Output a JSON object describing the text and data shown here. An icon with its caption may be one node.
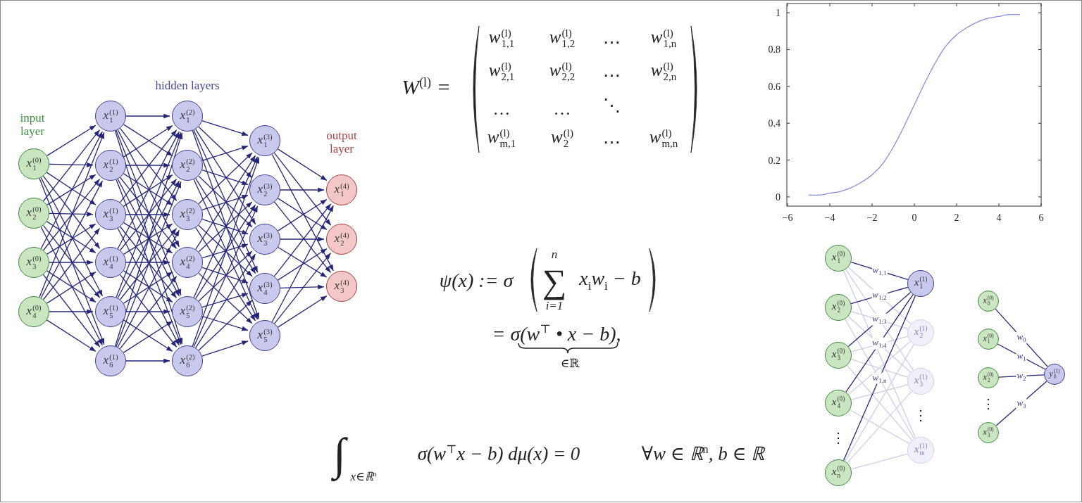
{
  "diagram": {
    "nodes": [
      {
        "text": [
          "x$^{(0)}$$_{1}$"
        ]
      },
      {
        "text": [
          "x$^{(0)}$$_{2}$"
        ]
      },
      {
        "text": [
          "x$^{(0)}$$_{3}$"
        ]
      },
      {
        "text": [
          "x$^{(0)}$$_{4}$"
        ]
      },
      {
        "text": [
          "x$^{(1)}$$_{1}$"
        ]
      },
      {
        "text": [
          "x$^{(1)}$$_{2}$"
        ]
      },
      {
        "text": [
          "x$^{(1)}$$_{3}$"
        ]
      },
      {
        "text": [
          "x$^{(1)}$$_{4}$"
        ]
      },
      {
        "text": [
          "x$^{(1)}$$_{5}$"
        ]
      },
      {
        "text": [
          "x$^{(1)}$$_{6}$"
        ]
      },
      {
        "text": [
          "x$^{(2)}$$_{1}$"
        ]
      },
      {
        "text": [
          "x$^{(2)}$$_{2}$"
        ]
      },
      {
        "text": [
          "x$^{(2)}$$_{3}$"
        ]
      },
      {
        "text": [
          "x$^{(2)}$$_{4}$"
        ]
      },
      {
        "text": [
          "x$^{(2)}$$_{5}$"
        ]
      },
      {
        "text": [
          "x$^{(2)}$$_{6}$"
        ]
      },
      {
        "text": [
          "x$^{(3)}$$_{1}$"
        ]
      },
      {
        "text": [
          "x$^{(3)}$$_{2}$"
        ]
      },
      {
        "text": [
          "x$^{(3)}$$_{3}$"
        ]
      },
      {
        "text": [
          "x$^{(3)}$$_{4}$"
        ]
      },
      {
        "text": [
          "x$^{(3)}$$_{5}$"
        ]
      },
      {
        "text": [
          "x$^{(4)}$$_{1}$"
        ]
      },
      {
        "text": [
          "x$^{(4)}$$_{2}$"
        ]
      },
      {
        "text": [
          "x$^{(4)}$$_{3}$"
        ]
      },
      {
        "text": [
          "x$^{(0)}$$_{1}$"
        ]
      },
      {
        "text": [
          "x$^{(0)}$$_{2}$"
        ]
      },
      {
        "text": [
          "x$^{(0)}$$_{3}$"
        ]
      },
      {
        "text": [
          "x$^{(0)}$$_{4}$"
        ]
      },
      {
        "text": [
          "x$^{(0)}$$_{n}$"
        ]
      },
      {
        "text": [
          "x$^{(1)}$$_{1}$"
        ]
      },
      {
        "text": [
          "x$^{(1)}$$_{2}$"
        ]
      },
      {
        "text": [
          "x$^{(1)}$$_{3}$"
        ]
      },
      {
        "text": [
          "x$^{(1)}$$_{m}$"
        ]
      },
      {
        "text": [
          "x$^{(0)}$$_{0}$"
        ]
      },
      {
        "text": [
          "x$^{(0)}$$_{1}$"
        ]
      },
      {
        "text": [
          "x$^{(0)}$$_{2}$"
        ]
      },
      {
        "text": [
          "x$^{(0)}$$_{3}$"
        ]
      },
      {
        "text": [
          "y$^{(1)}$$_{0}$"
        ]
      }
    ],
    "edges": [
      {
        "from": 0,
        "to": 4,
        "arrow": "to"
      },
      {
        "from": 0,
        "to": 5,
        "arrow": "to"
      },
      {
        "from": 0,
        "to": 6,
        "arrow": "to"
      },
      {
        "from": 0,
        "to": 7,
        "arrow": "to"
      },
      {
        "from": 0,
        "to": 8,
        "arrow": "to"
      },
      {
        "from": 0,
        "to": 9,
        "arrow": "to"
      },
      {
        "from": 1,
        "to": 4,
        "arrow": "to"
      },
      {
        "from": 1,
        "to": 5,
        "arrow": "to"
      },
      {
        "from": 1,
        "to": 6,
        "arrow": "to"
      },
      {
        "from": 1,
        "to": 7,
        "arrow": "to"
      },
      {
        "from": 1,
        "to": 8,
        "arrow": "to"
      },
      {
        "from": 1,
        "to": 9,
        "arrow": "to"
      },
      {
        "from": 2,
        "to": 4,
        "arrow": "to"
      },
      {
        "from": 2,
        "to": 5,
        "arrow": "to"
      },
      {
        "from": 2,
        "to": 6,
        "arrow": "to"
      },
      {
        "from": 2,
        "to": 7,
        "arrow": "to"
      },
      {
        "from": 2,
        "to": 8,
        "arrow": "to"
      },
      {
        "from": 2,
        "to": 9,
        "arrow": "to"
      },
      {
        "from": 3,
        "to": 4,
        "arrow": "to"
      },
      {
        "from": 3,
        "to": 5,
        "arrow": "to"
      },
      {
        "from": 3,
        "to": 6,
        "arrow": "to"
      },
      {
        "from": 3,
        "to": 7,
        "arrow": "to"
      },
      {
        "from": 3,
        "to": 8,
        "arrow": "to"
      },
      {
        "from": 3,
        "to": 9,
        "arrow": "to"
      },
      {
        "from": 4,
        "to": 10,
        "arrow": "to"
      },
      {
        "from": 4,
        "to": 11,
        "arrow": "to"
      },
      {
        "from": 4,
        "to": 12,
        "arrow": "to"
      },
      {
        "from": 4,
        "to": 13,
        "arrow": "to"
      },
      {
        "from": 4,
        "to": 14,
        "arrow": "to"
      },
      {
        "from": 4,
        "to": 15,
        "arrow": "to"
      },
      {
        "from": 5,
        "to": 10,
        "arrow": "to"
      },
      {
        "from": 5,
        "to": 11,
        "arrow": "to"
      },
      {
        "from": 5,
        "to": 12,
        "arrow": "to"
      },
      {
        "from": 5,
        "to": 13,
        "arrow": "to"
      },
      {
        "from": 5,
        "to": 14,
        "arrow": "to"
      },
      {
        "from": 5,
        "to": 15,
        "arrow": "to"
      },
      {
        "from": 6,
        "to": 10,
        "arrow": "to"
      },
      {
        "from": 6,
        "to": 11,
        "arrow": "to"
      },
      {
        "from": 6,
        "to": 12,
        "arrow": "to"
      },
      {
        "from": 6,
        "to": 13,
        "arrow": "to"
      },
      {
        "from": 6,
        "to": 14,
        "arrow": "to"
      },
      {
        "from": 6,
        "to": 15,
        "arrow": "to"
      },
      {
        "from": 7,
        "to": 10,
        "arrow": "to"
      },
      {
        "from": 7,
        "to": 11,
        "arrow": "to"
      },
      {
        "from": 7,
        "to": 12,
        "arrow": "to"
      },
      {
        "from": 7,
        "to": 13,
        "arrow": "to"
      },
      {
        "from": 7,
        "to": 14,
        "arrow": "to"
      },
      {
        "from": 7,
        "to": 15,
        "arrow": "to"
      },
      {
        "from": 8,
        "to": 10,
        "arrow": "to"
      },
      {
        "from": 8,
        "to": 11,
        "arrow": "to"
      },
      {
        "from": 8,
        "to": 12,
        "arrow": "to"
      },
      {
        "from": 8,
        "to": 13,
        "arrow": "to"
      },
      {
        "from": 8,
        "to": 14,
        "arrow": "to"
      },
      {
        "from": 8,
        "to": 15,
        "arrow": "to"
      },
      {
        "from": 9,
        "to": 10,
        "arrow": "to"
      },
      {
        "from": 9,
        "to": 11,
        "arrow": "to"
      },
      {
        "from": 9,
        "to": 12,
        "arrow": "to"
      },
      {
        "from": 9,
        "to": 13,
        "arrow": "to"
      },
      {
        "from": 9,
        "to": 14,
        "arrow": "to"
      },
      {
        "from": 9,
        "to": 15,
        "arrow": "to"
      },
      {
        "from": 10,
        "to": 16,
        "arrow": "to"
      },
      {
        "from": 10,
        "to": 17,
        "arrow": "to"
      },
      {
        "from": 10,
        "to": 18,
        "arrow": "to"
      },
      {
        "from": 10,
        "to": 19,
        "arrow": "to"
      },
      {
        "from": 10,
        "to": 20,
        "arrow": "to"
      },
      {
        "from": 11,
        "to": 16,
        "arrow": "to"
      },
      {
        "from": 11,
        "to": 17,
        "arrow": "to"
      },
      {
        "from": 11,
        "to": 18,
        "arrow": "to"
      },
      {
        "from": 11,
        "to": 19,
        "arrow": "to"
      },
      {
        "from": 11,
        "to": 20,
        "arrow": "to"
      },
      {
        "from": 12,
        "to": 16,
        "arrow": "to"
      },
      {
        "from": 12,
        "to": 17,
        "arrow": "to"
      },
      {
        "from": 12,
        "to": 18,
        "arrow": "to"
      },
      {
        "from": 12,
        "to": 19,
        "arrow": "to"
      },
      {
        "from": 12,
        "to": 20,
        "arrow": "to"
      },
      {
        "from": 13,
        "to": 16,
        "arrow": "to"
      },
      {
        "from": 13,
        "to": 17,
        "arrow": "to"
      },
      {
        "from": 13,
        "to": 18,
        "arrow": "to"
      },
      {
        "from": 13,
        "to": 19,
        "arrow": "to"
      },
      {
        "from": 13,
        "to": 20,
        "arrow": "to"
      },
      {
        "from": 14,
        "to": 16,
        "arrow": "to"
      },
      {
        "from": 14,
        "to": 17,
        "arrow": "to"
      },
      {
        "from": 14,
        "to": 18,
        "arrow": "to"
      },
      {
        "from": 14,
        "to": 19,
        "arrow": "to"
      },
      {
        "from": 14,
        "to": 20,
        "arrow": "to"
      },
      {
        "from": 15,
        "to": 16,
        "arrow": "to"
      },
      {
        "from": 15,
        "to": 17,
        "arrow": "to"
      },
      {
        "from": 15,
        "to": 18,
        "arrow": "to"
      },
      {
        "from": 15,
        "to": 19,
        "arrow": "to"
      },
      {
        "from": 15,
        "to": 20,
        "arrow": "to"
      },
      {
        "from": 16,
        "to": 21,
        "arrow": "to"
      },
      {
        "from": 16,
        "to": 22,
        "arrow": "to"
      },
      {
        "from": 16,
        "to": 23,
        "arrow": "to"
      },
      {
        "from": 17,
        "to": 21,
        "arrow": "to"
      },
      {
        "from": 17,
        "to": 22,
        "arrow": "to"
      },
      {
        "from": 17,
        "to": 23,
        "arrow": "to"
      },
      {
        "from": 18,
        "to": 21,
        "arrow": "to"
      },
      {
        "from": 18,
        "to": 22,
        "arrow": "to"
      },
      {
        "from": 18,
        "to": 23,
        "arrow": "to"
      },
      {
        "from": 19,
        "to": 21,
        "arrow": "to"
      },
      {
        "from": 19,
        "to": 22,
        "arrow": "to"
      },
      {
        "from": 19,
        "to": 23,
        "arrow": "to"
      },
      {
        "from": 20,
        "to": 21,
        "arrow": "to"
      },
      {
        "from": 20,
        "to": 22,
        "arrow": "to"
      },
      {
        "from": 20,
        "to": 23,
        "arrow": "to"
      },
      {
        "from": 24,
        "to": 30,
        "arrow": "none",
        "color": "#cdcdec"
      },
      {
        "from": 24,
        "to": 31,
        "arrow": "none",
        "color": "#cdcdec"
      },
      {
        "from": 24,
        "to": 32,
        "arrow": "none",
        "color": "#cdcdec"
      },
      {
        "from": 25,
        "to": 30,
        "arrow": "none",
        "color": "#cdcdec"
      },
      {
        "from": 25,
        "to": 31,
        "arrow": "none",
        "color": "#cdcdec"
      },
      {
        "from": 25,
        "to": 32,
        "arrow": "none",
        "color": "#cdcdec"
      },
      {
        "from": 26,
        "to": 30,
        "arrow": "none",
        "color": "#cdcdec"
      },
      {
        "from": 26,
        "to": 31,
        "arrow": "none",
        "color": "#cdcdec"
      },
      {
        "from": 26,
        "to": 32,
        "arrow": "none",
        "color": "#cdcdec"
      },
      {
        "from": 27,
        "to": 30,
        "arrow": "none",
        "color": "#cdcdec"
      },
      {
        "from": 27,
        "to": 31,
        "arrow": "none",
        "color": "#cdcdec"
      },
      {
        "from": 27,
        "to": 32,
        "arrow": "none",
        "color": "#cdcdec"
      },
      {
        "from": 28,
        "to": 30,
        "arrow": "none",
        "color": "#cdcdec"
      },
      {
        "from": 28,
        "to": 31,
        "arrow": "none",
        "color": "#cdcdec"
      },
      {
        "from": 28,
        "to": 32,
        "arrow": "none",
        "color": "#cdcdec"
      },
      {
        "from": 24,
        "to": 29,
        "arrow": "none",
        "label": "w$_{1,1}$"
      },
      {
        "from": 25,
        "to": 29,
        "arrow": "none",
        "label": "w$_{1;2}$"
      },
      {
        "from": 26,
        "to": 29,
        "arrow": "none",
        "label": "w$_{1;3}$"
      },
      {
        "from": 27,
        "to": 29,
        "arrow": "none",
        "label": "w$_{1;4}$"
      },
      {
        "from": 28,
        "to": 29,
        "arrow": "none",
        "label": "w$_{1,n}$"
      },
      {
        "from": 33,
        "to": 37,
        "arrow": "none",
        "label": "w$_{0}$"
      },
      {
        "from": 34,
        "to": 37,
        "arrow": "none",
        "label": "w$_{1}$"
      },
      {
        "from": 35,
        "to": 37,
        "arrow": "none",
        "label": "w$_{2}$"
      },
      {
        "from": 36,
        "to": 37,
        "arrow": "none",
        "label": "w$_{3}$"
      }
    ],
    "labels": [
      "hidden layers",
      "input layer",
      "output layer",
      "W$^{(l)}$ =",
      "w$^{(l)}$$_{1,1}$",
      "w$^{(l)}$$_{1,2}$",
      "⋯",
      "w$^{(l)}$$_{1,n}$",
      "w$^{(l)}$$_{2,1}$",
      "w$^{(l)}$$_{2,2}$",
      "⋯",
      "w$^{(l)}$$_{2,n}$",
      "…",
      "…",
      "⋱",
      "w$^{(l)}$$_{m,1}$",
      "w$^{(l)}$$_{2}$",
      "⋯",
      "w$^{(l)}$$_{m,n}$",
      "ψ(x) := σ",
      "n",
      "∑",
      "i=1",
      "x$_{i}$w$_{i}$ − b",
      "= σ(w$^{⊤}$ • x − b),",
      "∈ℝ",
      "∫",
      "x∈ℝ$^{n}$",
      "σ(w$^{⊤}$x − b) dμ(x) = 0",
      "∀w ∈ ℝ$^{n}$, b ∈ ℝ",
      "⋮",
      "⋮",
      "⋮"
    ],
    "chart_data": {
      "type": "line",
      "x": [
        -5,
        -4.5,
        -4,
        -3.5,
        -3,
        -2.5,
        -2,
        -1.5,
        -1,
        -0.5,
        0,
        0.5,
        1,
        1.5,
        2,
        2.5,
        3,
        3.5,
        4,
        4.5,
        5
      ],
      "series": [
        {
          "color": "#8a8ad8",
          "values": [
            0.01,
            0.01,
            0.02,
            0.03,
            0.05,
            0.08,
            0.12,
            0.18,
            0.27,
            0.38,
            0.5,
            0.62,
            0.73,
            0.82,
            0.88,
            0.92,
            0.95,
            0.97,
            0.98,
            0.99,
            0.99
          ]
        }
      ],
      "xlim": [
        -6,
        6
      ],
      "ylim": [
        -0.05,
        1.05
      ],
      "xticks": [
        -6,
        -4,
        -2,
        0,
        2,
        4,
        6
      ],
      "yticks": [
        0,
        0.2,
        0.4,
        0.6,
        0.8,
        1
      ]
    }
  }
}
